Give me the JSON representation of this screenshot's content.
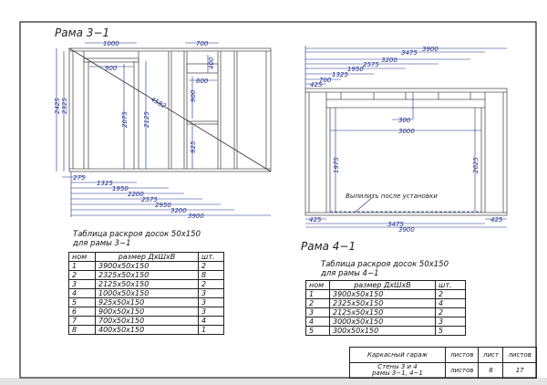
{
  "frame31": {
    "title": "Рама 3−1",
    "dims_top": [
      "1000",
      "700"
    ],
    "dims_inner": [
      "900",
      "600",
      "400",
      "900",
      "925"
    ],
    "dims_vertical": [
      "2425",
      "2325",
      "2075",
      "2125"
    ],
    "diagonal": "4582",
    "dims_bottom": [
      "275",
      "1325",
      "1950",
      "2200",
      "2575",
      "2950",
      "3200",
      "3900"
    ]
  },
  "frame41": {
    "title": "Рама 4−1",
    "dims_top": [
      "3900",
      "3475",
      "3200",
      "2575",
      "1950",
      "1325",
      "700",
      "425"
    ],
    "dims_inner": [
      "300",
      "3000",
      "1975",
      "2025"
    ],
    "note": "Выпилить после установки",
    "dims_bottom": [
      "425",
      "425",
      "3475",
      "3900"
    ]
  },
  "table1": {
    "caption_line1": "Таблица раскроя досок 50х150",
    "caption_line2": "для рамы 3−1",
    "headers": [
      "ном",
      "размер ДхШхВ",
      "шт."
    ],
    "rows": [
      [
        "1",
        "3900х50х150",
        "2"
      ],
      [
        "2",
        "2325х50х150",
        "8"
      ],
      [
        "3",
        "2125х50х150",
        "2"
      ],
      [
        "4",
        "1000х50х150",
        "3"
      ],
      [
        "5",
        "925х50х150",
        "3"
      ],
      [
        "6",
        "900х50х150",
        "3"
      ],
      [
        "7",
        "700х50х150",
        "4"
      ],
      [
        "8",
        "400х50х150",
        "1"
      ]
    ]
  },
  "table2": {
    "caption_line1": "Таблица раскроя досок 50х150",
    "caption_line2": "для рамы 4−1",
    "headers": [
      "ном",
      "размер ДхШхВ",
      "шт."
    ],
    "rows": [
      [
        "1",
        "3900х50х150",
        "2"
      ],
      [
        "2",
        "2325х50х150",
        "4"
      ],
      [
        "3",
        "2125х50х150",
        "2"
      ],
      [
        "4",
        "3000х50х150",
        "3"
      ],
      [
        "5",
        "300х50х150",
        "5"
      ]
    ]
  },
  "title_block": {
    "project": "Каркасный гараж",
    "sheet_line1": "Стены 3 и 4",
    "sheet_line2": "рамы 3−1, 4−1",
    "sheets_label": "листов",
    "sheet_label": "лист",
    "sheets_label2": "листов",
    "sheets_label3": "листов",
    "sheet_no": "8",
    "sheets_total": "17"
  },
  "colors": {
    "dimension": "#1a2a8a",
    "line": "#222222",
    "frame": "#8a8a8a"
  }
}
